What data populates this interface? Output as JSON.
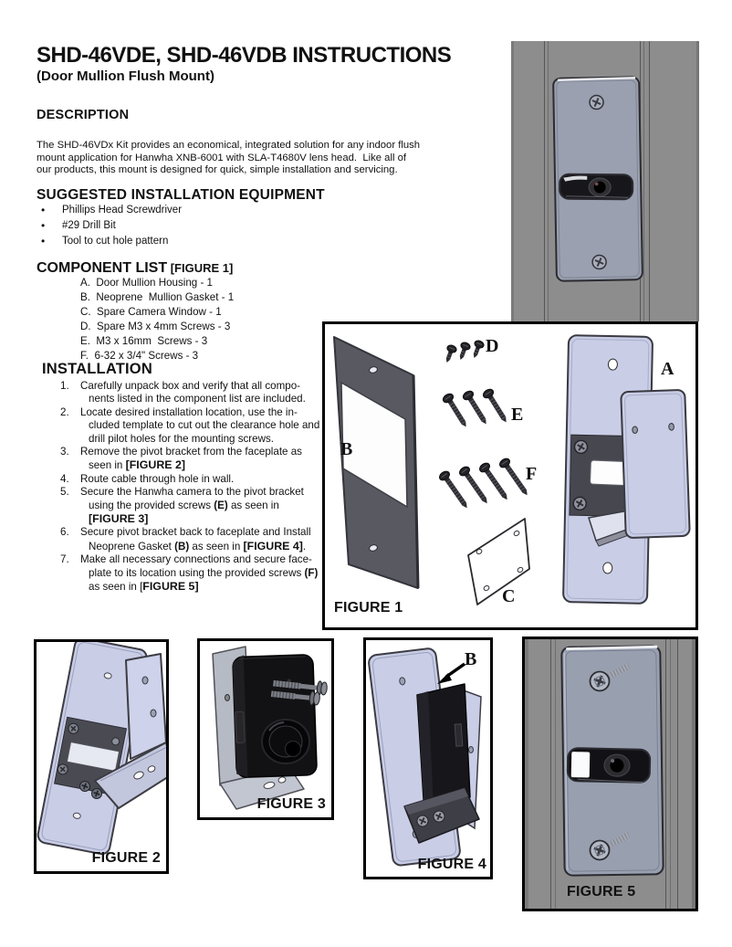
{
  "doc": {
    "title": "SHD-46VDE, SHD-46VDB INSTRUCTIONS",
    "subtitle": "(Door Mullion Flush Mount)"
  },
  "description": {
    "heading": "DESCRIPTION",
    "line1": "The SHD-46VDx Kit provides an economical, integrated solution for any indoor flush",
    "line2": "mount application for Hanwha XNB-6001 with SLA-T4680V lens head.  Like all of",
    "line3": "our products, this mount is designed for quick, simple installation and servicing."
  },
  "equipment": {
    "heading": "SUGGESTED INSTALLATION EQUIPMENT",
    "bullet": "•",
    "items": [
      "Phillips Head Screwdriver",
      "#29 Drill Bit",
      "Tool to cut hole pattern"
    ]
  },
  "components": {
    "heading": "COMPONENT LIST",
    "figure_ref": " [FIGURE 1]",
    "items": [
      "A.  Door Mullion Housing - 1",
      "B.  Neoprene  Mullion Gasket - 1",
      "C.  Spare Camera Window - 1",
      "D.  Spare M3 x 4mm Screws - 3",
      "E.  M3 x 16mm  Screws - 3",
      "F.  6-32 x 3/4\" Screws - 3"
    ]
  },
  "installation": {
    "heading": "INSTALLATION",
    "steps": [
      {
        "num": "1.",
        "l1": "Carefully unpack box and verify that all compo-",
        "l2": "nents listed in the component list are included."
      },
      {
        "num": "2.",
        "l1": "Locate desired installation location, use the in-",
        "l2": "cluded template to cut out the clearance hole and",
        "l3": "drill pilot holes for the mounting screws."
      },
      {
        "num": "3.",
        "l1": "Remove the pivot bracket from the faceplate as",
        "l2a": "seen in ",
        "l2b": "[FIGURE 2]"
      },
      {
        "num": "4.",
        "l1": "Route cable through hole in wall."
      },
      {
        "num": "5.",
        "l1": "Secure the Hanwha camera to the pivot bracket",
        "l2a": "using the provided screws ",
        "l2b": "(E)",
        "l2c": " as seen in",
        "l3a": "[FIGURE 3]"
      },
      {
        "num": "6.",
        "l1": "Secure pivot bracket back to faceplate and Install",
        "l2a": "Neoprene Gasket ",
        "l2b": "(B)",
        "l2c": " as seen in ",
        "l2d": "[FIGURE 4]",
        "l2e": "."
      },
      {
        "num": "7.",
        "l1": "Make all necessary connections and secure face-",
        "l2a": "plate to its location using the provided screws ",
        "l2b": "(F)",
        "l3a": "as seen in [",
        "l3b": "FIGURE 5]"
      }
    ]
  },
  "figures": {
    "fig1": {
      "label": "FIGURE 1",
      "part_a": "A",
      "part_b": "B",
      "part_c": "C",
      "part_d": "D",
      "part_e": "E",
      "part_f": "F"
    },
    "fig2": {
      "label": "FIGURE 2"
    },
    "fig3": {
      "label": "FIGURE 3"
    },
    "fig4": {
      "label": "FIGURE 4",
      "callout": "B"
    },
    "fig5": {
      "label": "FIGURE 5"
    }
  },
  "colors": {
    "faceplate_light": "#c9cde6",
    "mullion_gray": "#8d8d8d",
    "gasket_dark": "#595962",
    "camera_black": "#141416",
    "metal_gray": "#98a0b0"
  }
}
